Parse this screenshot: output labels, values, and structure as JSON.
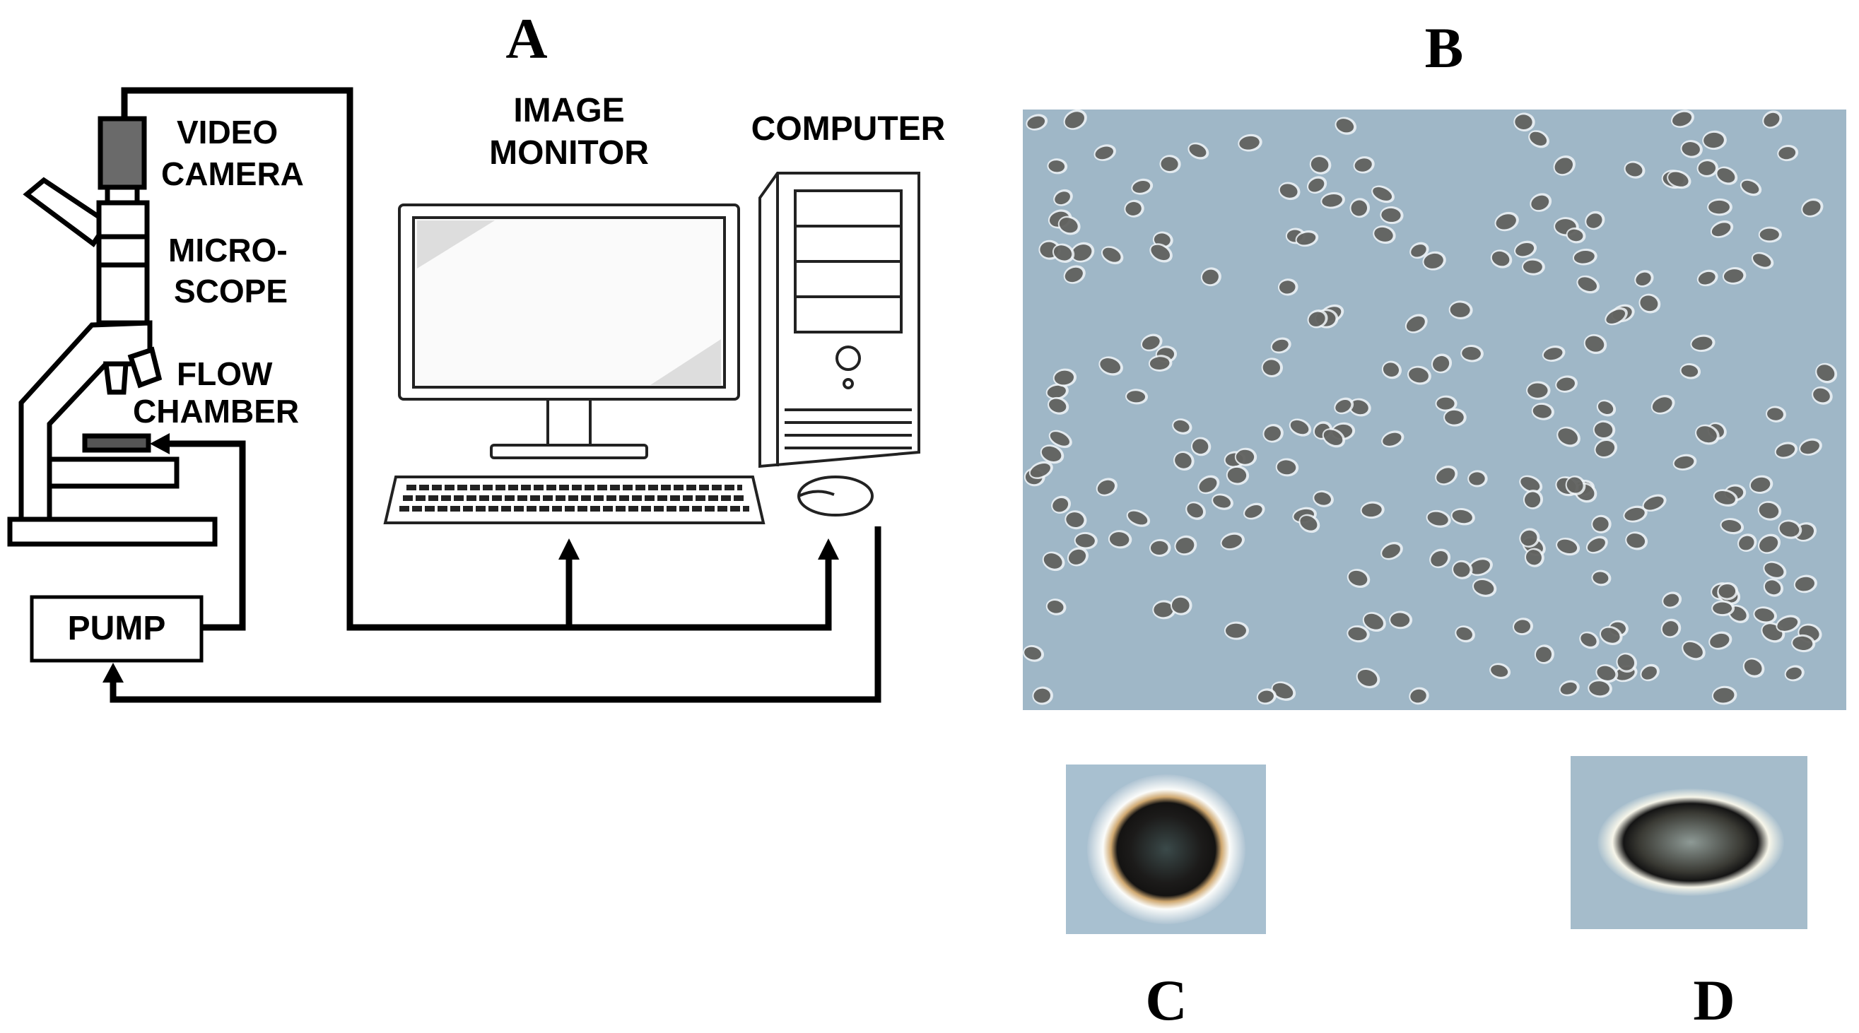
{
  "panels": {
    "a": "A",
    "b": "B",
    "c": "C",
    "d": "D"
  },
  "labels": {
    "video": "VIDEO",
    "camera": "CAMERA",
    "micro": "MICRO-",
    "scope": "SCOPE",
    "flow": "FLOW",
    "chamber": "CHAMBER",
    "pump": "PUMP",
    "image": "IMAGE",
    "monitor": "MONITOR",
    "computer": "COMPUTER"
  },
  "colors": {
    "line": "#000000",
    "micrograph_bg": "#9eb6c6",
    "cell_dark": "#3a3a36",
    "cell_halo": "#eef3f6"
  }
}
